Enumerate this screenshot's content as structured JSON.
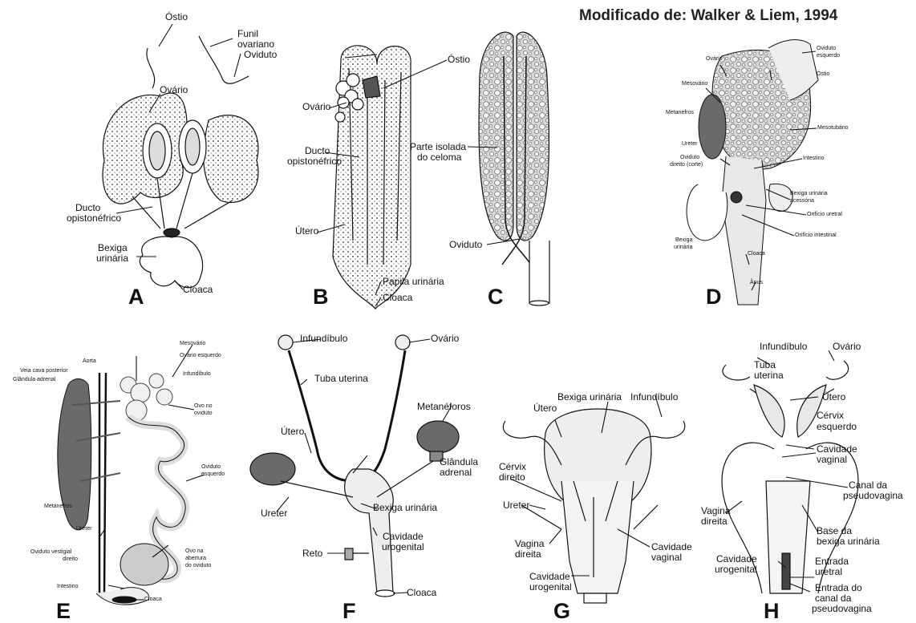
{
  "credit": "Modificado de: Walker & Liem, 1994",
  "panels": {
    "A": {
      "letter": "A",
      "labels": [
        "Óstio",
        "Funil",
        "ovariano",
        "Oviduto",
        "Ovário",
        "Ducto",
        "opistonéfrico",
        "Bexiga",
        "urinária",
        "Cloaca"
      ]
    },
    "B": {
      "letter": "B",
      "labels": [
        "Óstio",
        "Ovário",
        "Ducto",
        "opistonéfrico",
        "Útero",
        "Papila urinária",
        "Cloaca"
      ]
    },
    "C": {
      "letter": "C",
      "labels": [
        "Parte isolada",
        "do celoma",
        "Oviduto"
      ]
    },
    "D": {
      "letter": "D",
      "labels": [
        "Ovário",
        "Oviduto",
        "esquerdo",
        "Mesovário",
        "Óstio",
        "Metanefros",
        "Mesotubário",
        "Ureter",
        "Oviduto",
        "direito (corte)",
        "Intestino",
        "Bexiga urinária",
        "acessória",
        "Orifício uretral",
        "Orifício intestinal",
        "Bexiga",
        "urinária",
        "Cloaca",
        "Ânus"
      ]
    },
    "E": {
      "letter": "E",
      "labels": [
        "Aorta",
        "Veia cava posterior",
        "Glândula adrenal",
        "Mesovário",
        "Ovário esquerdo",
        "Infundíbulo",
        "Ovo no",
        "oviduto",
        "Oviduto",
        "esquerdo",
        "Metanefros",
        "Ureter",
        "Oviduto vestigial",
        "direito",
        "Ovo na",
        "abertura",
        "do oviduto",
        "Intestino",
        "Cloaca"
      ]
    },
    "F": {
      "letter": "F",
      "labels": [
        "Infundíbulo",
        "Ovário",
        "Tuba uterina",
        "Metanéforos",
        "Útero",
        "Glândula",
        "adrenal",
        "Ureter",
        "Bexiga urinária",
        "Cavidade",
        "urogenital",
        "Reto",
        "Cloaca"
      ]
    },
    "G": {
      "letter": "G",
      "labels": [
        "Bexiga urinária",
        "Útero",
        "Infundíbulo",
        "Cérvix",
        "direito",
        "Ureter",
        "Vagina",
        "direita",
        "Cavidade",
        "vaginal",
        "Cavidade",
        "urogenital"
      ]
    },
    "H": {
      "letter": "H",
      "labels": [
        "Infundíbulo",
        "Ovário",
        "Tuba",
        "uterina",
        "Útero",
        "Cérvix",
        "esquerdo",
        "Cavidade",
        "vaginal",
        "Canal da",
        "pseudovagina",
        "Vagina",
        "direita",
        "Base da",
        "bexiga urinária",
        "Cavidade",
        "urogenital",
        "Entrada",
        "uretral",
        "Entrada do",
        "canal da",
        "pseudovagina"
      ]
    }
  },
  "colors": {
    "ink": "#111111",
    "organ_fill": "#e6e6e6",
    "kidney_fill": "#6a6a6a",
    "egg_fill": "#f2f2f2"
  }
}
